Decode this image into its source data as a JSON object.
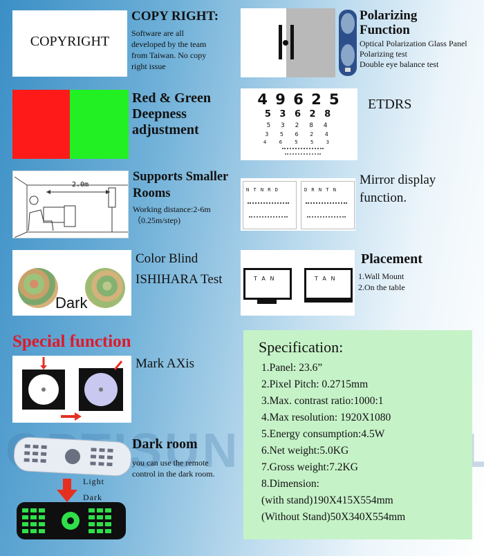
{
  "copyright": {
    "image_text": "COPYRIGHT",
    "title": "COPY RIGHT:",
    "desc": [
      "Software are all",
      "developed by the team",
      "from Taiwan. No copy",
      "right issue"
    ]
  },
  "polarizing": {
    "title": [
      "Polarizing",
      "Function"
    ],
    "items": [
      "Optical Polarization Glass Panel",
      "Polarizing test",
      "Double eye balance test"
    ]
  },
  "red_green": {
    "title": [
      "Red & Green",
      "Deepness",
      "adjustment"
    ],
    "colors": {
      "red": "#ff1a1a",
      "green": "#22f022"
    }
  },
  "etdrs": {
    "title": "ETDRS",
    "chart_rows": [
      "4 9 6 2 5",
      "5 3 6 2 8",
      "5 3 2 8 4",
      "3 5 6 2 4",
      "4 6 5 5 3"
    ]
  },
  "rooms": {
    "title": [
      "Supports Smaller",
      "Rooms"
    ],
    "distance_label": "2.0m",
    "desc": [
      "Working distance:2-6m",
      "（0.25m/step)"
    ]
  },
  "mirror": {
    "title": [
      "Mirror display",
      "function."
    ],
    "left_row": "N T N R D",
    "right_row": "D R N T N"
  },
  "colorblind": {
    "title": [
      "Color Blind",
      "ISHIHARA Test"
    ],
    "label": "Dark"
  },
  "placement": {
    "title": "Placement",
    "items": [
      "1.Wall Mount",
      "2.On the table"
    ],
    "screen_text": "T A N"
  },
  "special": {
    "heading": "Special function",
    "mark_axis": "Mark AXis"
  },
  "darkroom": {
    "title": "Dark room",
    "desc": [
      "you can use the remote",
      "control in the dark room."
    ],
    "light_label": "Light",
    "dark_label": "Dark"
  },
  "watermark": "OPTISUN MEDICAL",
  "spec": {
    "heading": "Specification:",
    "lines": [
      "1.Panel: 23.6”",
      "2.Pixel Pitch:  0.2715mm",
      "3.Max. contrast ratio:1000:1",
      "4.Max resolution: 1920X1080",
      "5.Energy consumption:4.5W",
      "6.Net weight:5.0KG",
      "7.Gross weight:7.2KG",
      "8.Dimension:",
      "(with stand)190X415X554mm",
      "(Without Stand)50X340X554mm"
    ]
  },
  "accent_colors": {
    "special_heading": "#e0182a",
    "spec_bg": "#c6f2c8",
    "arrow": "#e53020"
  }
}
